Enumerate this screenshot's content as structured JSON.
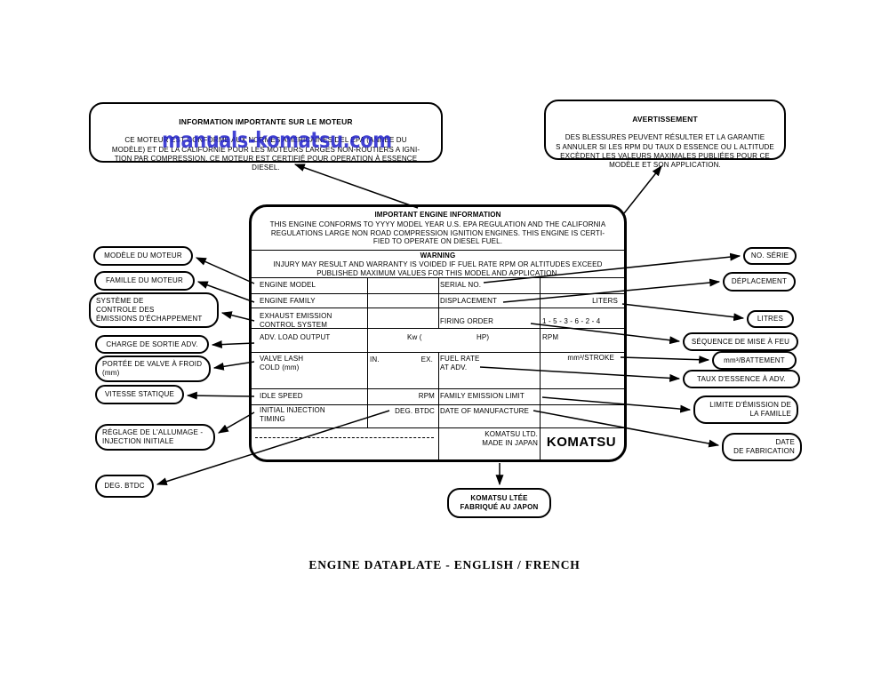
{
  "page": {
    "watermark": "manuals-komatsu.com",
    "watermark_color": "#2222cd",
    "caption": "ENGINE DATAPLATE - ENGLISH / FRENCH"
  },
  "info_box": {
    "title": "INFORMATION IMPORTANTE SUR LE MOTEUR",
    "body": "CE MOTEUR EST CONFORME AUX NORMES AMÉRICAINES DEL EPA (ANNÉE DU\nMODÈLE) ET DE LA CALIFORNIE POUR LES MOTEURS LARGES NON-ROUTIERS A IGNI-\nTION PAR COMPRESSION. CE MOTEUR EST CERTIFIÉ POUR OPERATION À ESSENCE\nDIESEL."
  },
  "warning_box": {
    "title": "AVERTISSEMENT",
    "body": "DES BLESSURES PEUVENT RÉSULTER ET LA GARANTIE\nS ANNULER SI LES RPM DU TAUX D ESSENCE OU L ALTITUDE\nEXCÈDENT LES VALEURS MAXIMALES PUBLIÉES POUR CE\nMODÈLE ET SON APPLICATION."
  },
  "plate": {
    "title": "IMPORTANT ENGINE INFORMATION",
    "intro": "THIS ENGINE CONFORMS TO YYYY MODEL YEAR U.S. EPA REGULATION AND THE CALIFORNIA\nREGULATIONS LARGE NON ROAD COMPRESSION IGNITION ENGINES. THIS ENGINE IS CERTI-\nFIED TO OPERATE ON DIESEL FUEL.",
    "warning_title": "WARNING",
    "warning_body": "INJURY MAY RESULT AND WARRANTY IS VOIDED IF FUEL RATE RPM OR ALTITUDES EXCEED\nPUBLISHED MAXIMUM VALUES FOR THIS MODEL AND APPLICATION.",
    "cells": {
      "engine_model": "ENGINE MODEL",
      "serial_no": "SERIAL NO.",
      "engine_family": "ENGINE FAMILY",
      "displacement": "DISPLACEMENT",
      "liters": "LITERS",
      "exhaust": "EXHAUST EMISSION\nCONTROL SYSTEM",
      "firing_order": "FIRING ORDER",
      "firing_order_value": "1 - 5 - 3 - 6 - 2 - 4",
      "adv_load": "ADV. LOAD OUTPUT",
      "kw": "Kw  (",
      "hp": "HP)",
      "rpm_adv": "RPM",
      "valve_lash": "VALVE LASH\nCOLD (mm)",
      "in_label": "IN.",
      "ex_label": "EX.",
      "fuel_rate": "FUEL RATE\nAT ADV.",
      "mm3_stroke": "mm³/STROKE",
      "idle_speed": "IDLE SPEED",
      "rpm_idle": "RPM",
      "family_emission": "FAMILY EMISSION LIMIT",
      "initial_injection": "INITIAL INJECTION\nTIMING",
      "deg_btdc": "DEG. BTDC",
      "date_of_manufacture": "DATE OF MANUFACTURE",
      "maker": "KOMATSU LTD.\nMADE IN JAPAN",
      "logo": "KOMATSU"
    }
  },
  "callouts_left": [
    {
      "label": "MODÈLE DU MOTEUR"
    },
    {
      "label": "FAMILLE DU MOTEUR"
    },
    {
      "label": "SYSTÈME DE\nCONTROLE DES\nÉMISSIONS D'ÉCHAPPEMENT"
    },
    {
      "label": "CHARGE DE SORTIE ADV."
    },
    {
      "label": "PORTÉE DE VALVE À FROID\n(mm)"
    },
    {
      "label": "VITESSE STATIQUE"
    },
    {
      "label": "RÉGLAGE DE L'ALLUMAGE -\nINJECTION INITIALE"
    },
    {
      "label": "DEG. BTDC"
    }
  ],
  "callouts_right": [
    {
      "label": "NO. SÉRIE"
    },
    {
      "label": "DÉPLACEMENT"
    },
    {
      "label": "LITRES"
    },
    {
      "label": "SÉQUENCE DE MISE À FEU"
    },
    {
      "label": "mm³/BATTEMENT"
    },
    {
      "label": "TAUX D'ESSENCE À ADV."
    },
    {
      "label": "LIMITE D'ÉMISSION DE\nLA FAMILLE"
    },
    {
      "label": "DATE\nDE FABRICATION"
    }
  ],
  "bottom_callout": {
    "label": "KOMATSU LTÉE\nFABRIQUÉ AU JAPON"
  }
}
